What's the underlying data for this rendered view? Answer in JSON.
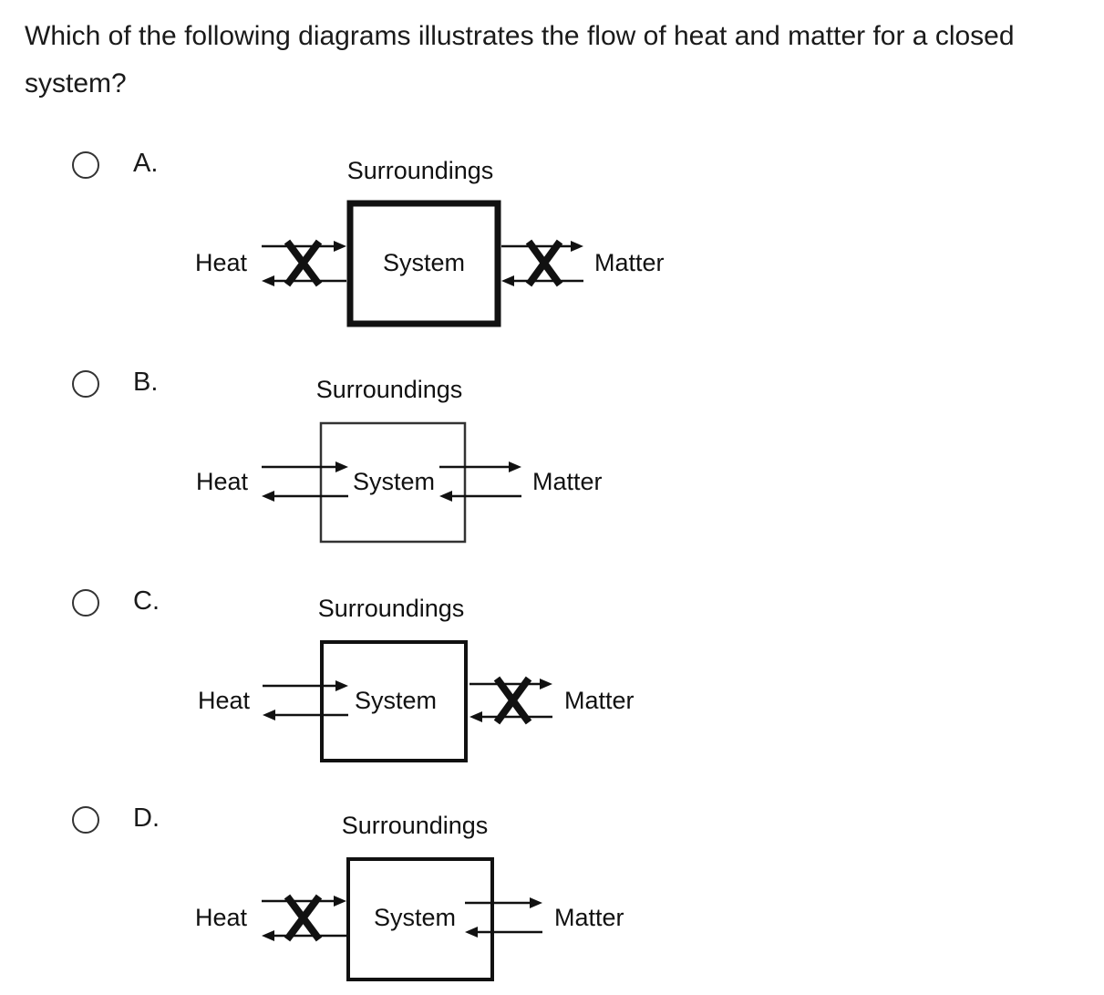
{
  "question": {
    "text": "Which of the following diagrams illustrates the flow of heat and matter for a closed system?"
  },
  "options": [
    {
      "letter": "A.",
      "diagram": {
        "surroundings": "Surroundings",
        "system": "System",
        "heat": "Heat",
        "matter": "Matter",
        "heat_flow": "blocked",
        "matter_flow": "blocked",
        "boundary": "thick"
      }
    },
    {
      "letter": "B.",
      "diagram": {
        "surroundings": "Surroundings",
        "system": "System",
        "heat": "Heat",
        "matter": "Matter",
        "heat_flow": "open",
        "matter_flow": "open",
        "boundary": "thin"
      }
    },
    {
      "letter": "C.",
      "diagram": {
        "surroundings": "Surroundings",
        "system": "System",
        "heat": "Heat",
        "matter": "Matter",
        "heat_flow": "open",
        "matter_flow": "blocked",
        "boundary": "medium"
      }
    },
    {
      "letter": "D.",
      "diagram": {
        "surroundings": "Surroundings",
        "system": "System",
        "heat": "Heat",
        "matter": "Matter",
        "heat_flow": "blocked",
        "matter_flow": "open",
        "boundary": "medium"
      }
    }
  ]
}
